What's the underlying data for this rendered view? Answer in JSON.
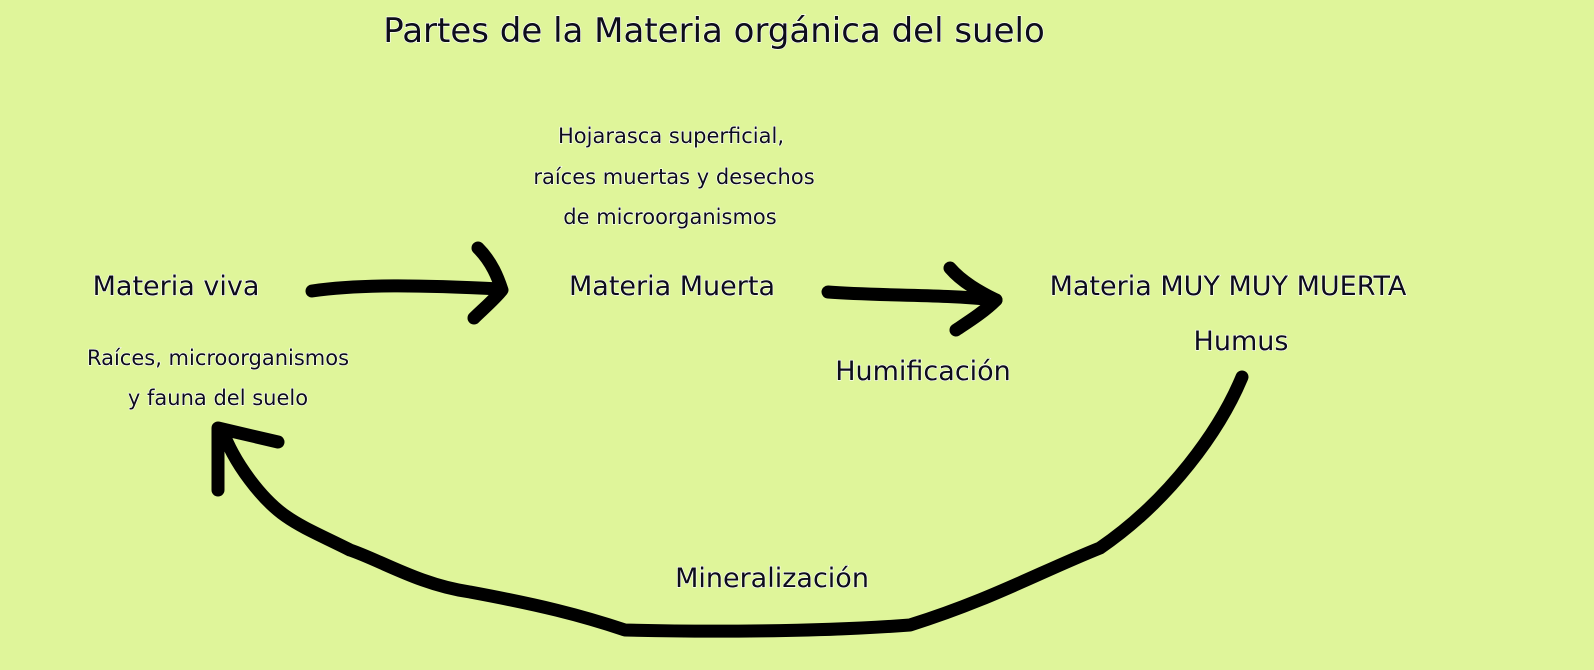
{
  "title": "Partes de la Materia orgánica del suelo",
  "nodes": {
    "materia_viva": {
      "label": "Materia viva",
      "description": [
        "Raíces, microorganismos",
        "y fauna del suelo"
      ]
    },
    "materia_muerta": {
      "label": "Materia Muerta",
      "description": [
        "Hojarasca superficial,",
        "raíces muertas y desechos",
        "de microorganismos"
      ]
    },
    "materia_muy_muerta": {
      "label": "Materia MUY MUY MUERTA",
      "description": [
        "Humus"
      ]
    }
  },
  "processes": {
    "humificacion": "Humificación",
    "mineralizacion": "Mineralización"
  },
  "colors": {
    "background": "#dff59a",
    "text": "#0d0d1a",
    "arrows": "#000000"
  }
}
